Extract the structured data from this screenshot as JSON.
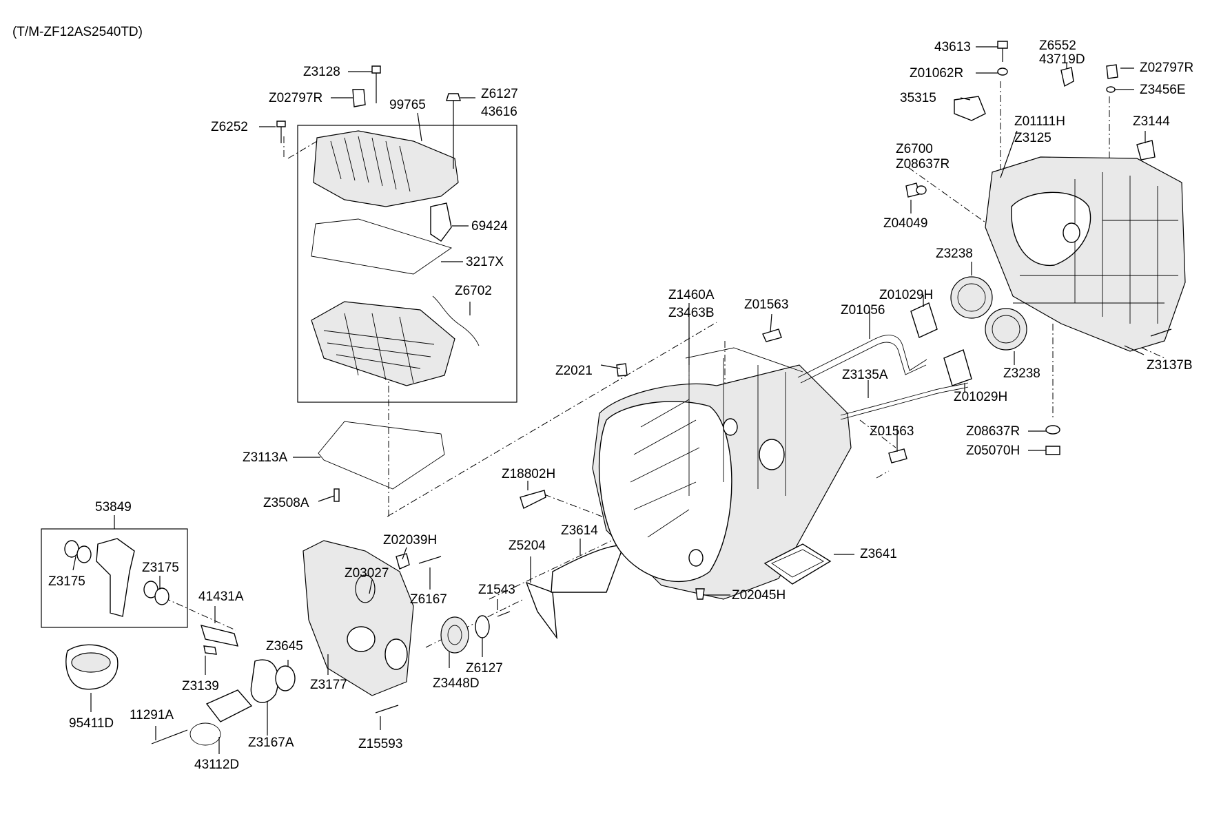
{
  "header": {
    "model_code": "(T/M-ZF12AS2540TD)"
  },
  "labels": {
    "z3128": "Z3128",
    "z02797r_left": "Z02797R",
    "p99765": "99765",
    "z6127_top": "Z6127",
    "p43616": "43616",
    "z6252": "Z6252",
    "p69424": "69424",
    "p3217x": "3217X",
    "z6702": "Z6702",
    "z3113a": "Z3113A",
    "z3508a": "Z3508A",
    "p53849": "53849",
    "z3175_left": "Z3175",
    "z3175_right": "Z3175",
    "p41431a": "41431A",
    "z3139": "Z3139",
    "p95411d": "95411D",
    "p11291a": "11291A",
    "p43112d": "43112D",
    "z3167a": "Z3167A",
    "z3645": "Z3645",
    "z3177": "Z3177",
    "z03027": "Z03027",
    "z02039h": "Z02039H",
    "z6167": "Z6167",
    "z15593": "Z15593",
    "z3448d": "Z3448D",
    "z6127_bottom": "Z6127",
    "z1543": "Z1543",
    "z5204": "Z5204",
    "z3614": "Z3614",
    "z18802h": "Z18802H",
    "z2021": "Z2021",
    "z1460a": "Z1460A",
    "z3463b": "Z3463B",
    "z01563_top": "Z01563",
    "z01056": "Z01056",
    "z01029h_top": "Z01029H",
    "z3135a": "Z3135A",
    "z01029h_bottom": "Z01029H",
    "z01563_mid": "Z01563",
    "z3641": "Z3641",
    "z02045h": "Z02045H",
    "p43613": "43613",
    "z01062r": "Z01062R",
    "p35315": "35315",
    "z6552": "Z6552",
    "p43719d": "43719D",
    "z02797r_right": "Z02797R",
    "z3456e": "Z3456E",
    "z01111h": "Z01111H",
    "z3125": "Z3125",
    "z3144": "Z3144",
    "z6700": "Z6700",
    "z08637r_top": "Z08637R",
    "z04049": "Z04049",
    "z3238_top": "Z3238",
    "z3238_bottom": "Z3238",
    "z3137b": "Z3137B",
    "z08637r_bottom": "Z08637R",
    "z05070h": "Z05070H"
  }
}
